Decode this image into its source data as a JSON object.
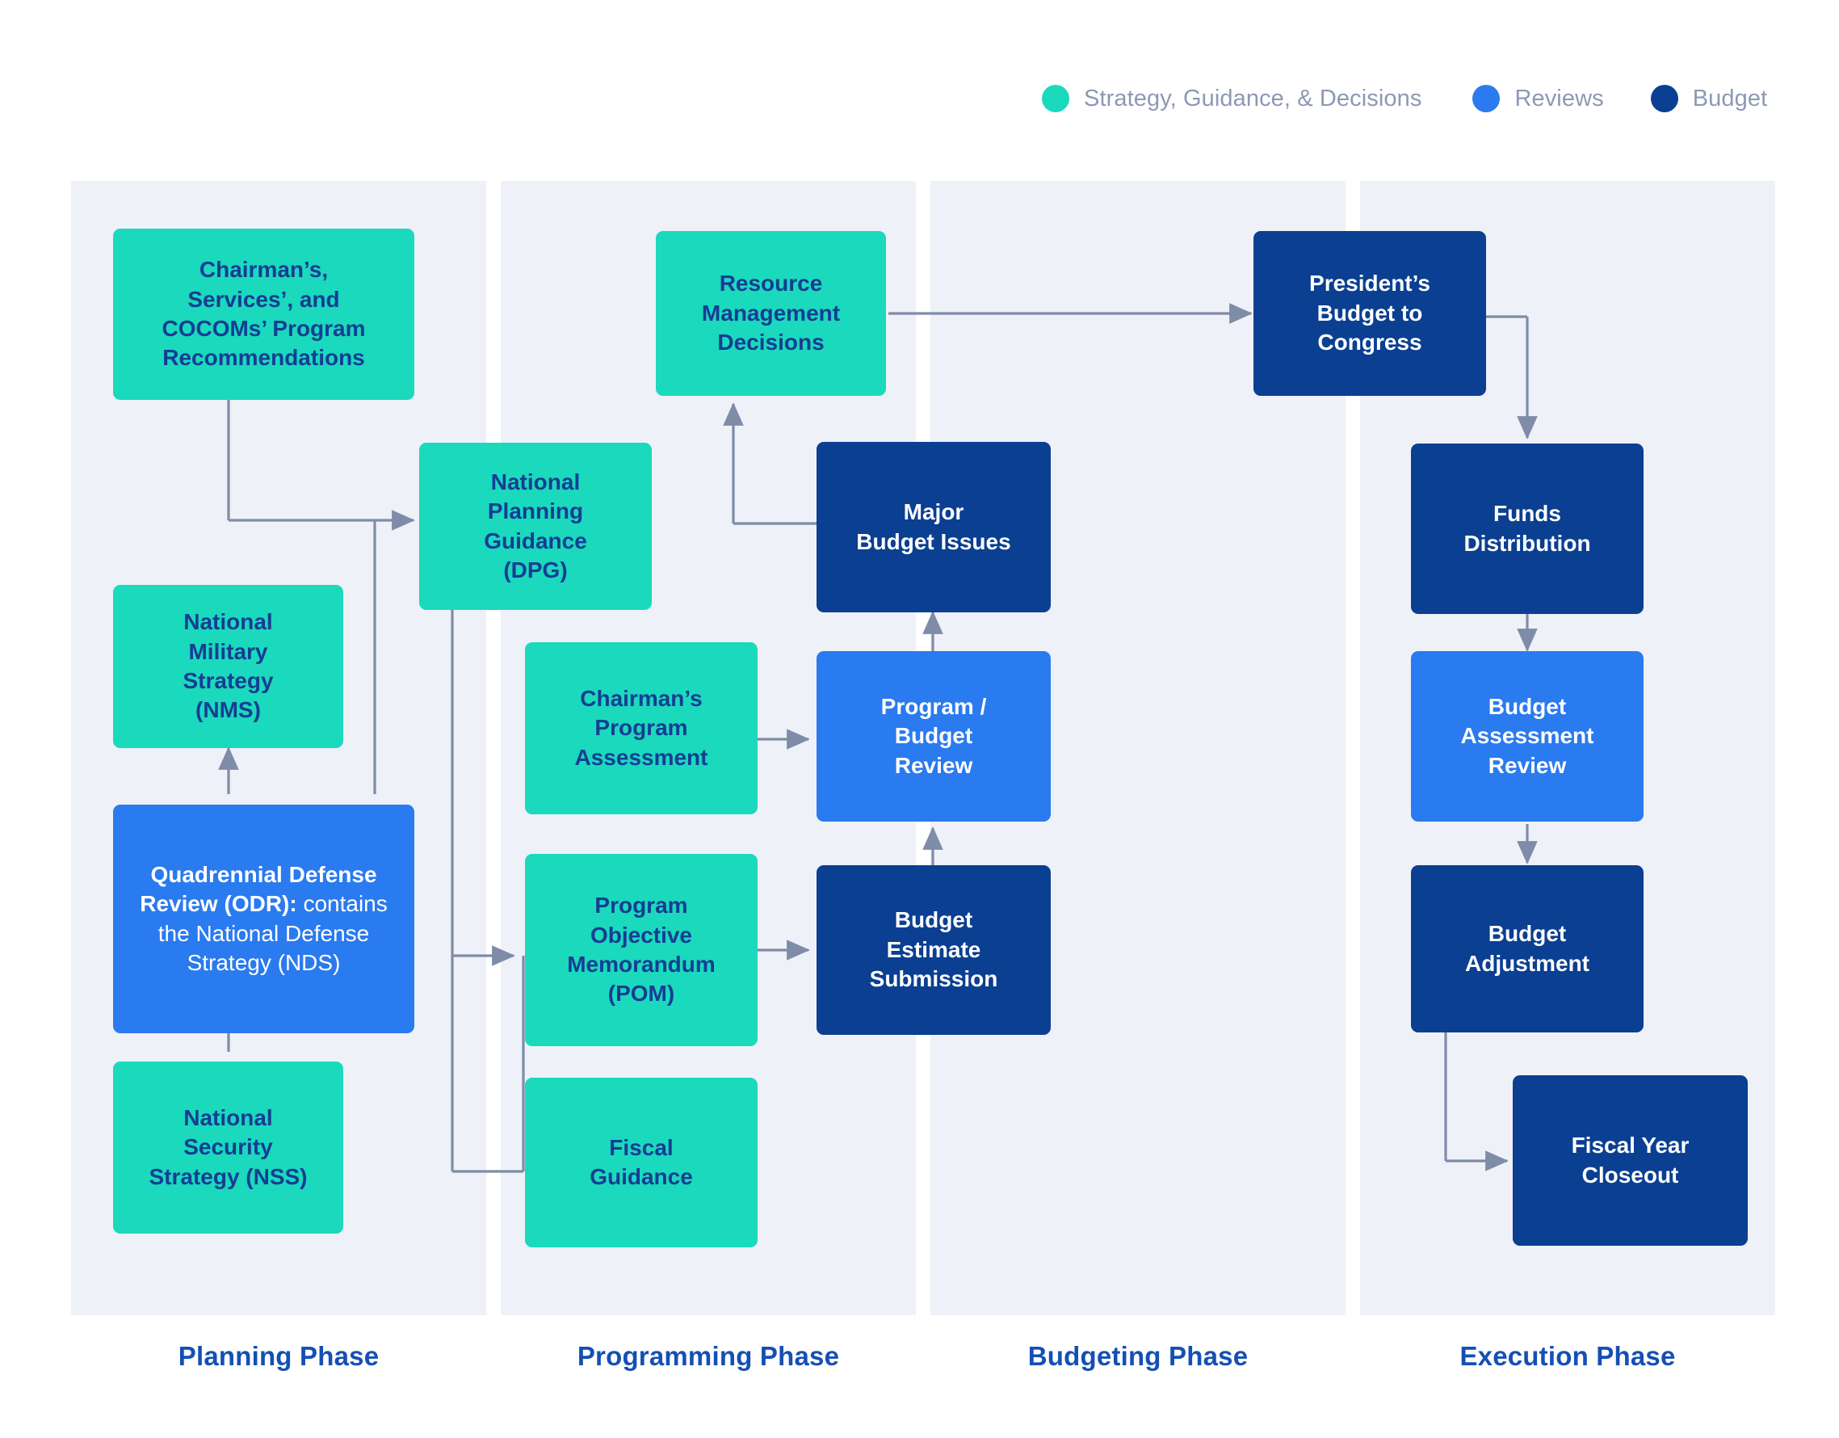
{
  "legend": {
    "items": [
      {
        "label": "Strategy, Guidance, & Decisions",
        "color": "#1ad9bd",
        "key": "strategy"
      },
      {
        "label": "Reviews",
        "color": "#2a7af0",
        "key": "reviews"
      },
      {
        "label": "Budget",
        "color": "#0a3f91",
        "key": "budget"
      }
    ]
  },
  "phases": [
    {
      "id": "planning",
      "label": "Planning Phase"
    },
    {
      "id": "programming",
      "label": "Programming Phase"
    },
    {
      "id": "budgeting",
      "label": "Budgeting Phase"
    },
    {
      "id": "execution",
      "label": "Execution Phase"
    }
  ],
  "nodes": {
    "chairman_recs": {
      "lines": [
        "Chairman’s,",
        "Services’, and",
        "COCOMs’ Program",
        "Recommendations"
      ],
      "category": "strategy",
      "phase": "planning"
    },
    "nms": {
      "lines": [
        "National",
        "Military",
        "Strategy",
        "(NMS)"
      ],
      "category": "strategy",
      "phase": "planning"
    },
    "qdr": {
      "bold_lead": "Quadrennial Defense Review (ODR):",
      "trailing": " contains the National Defense Strategy (NDS)",
      "category": "reviews",
      "phase": "planning"
    },
    "nss": {
      "lines": [
        "National",
        "Security",
        "Strategy (NSS)"
      ],
      "category": "strategy",
      "phase": "planning"
    },
    "dpg": {
      "lines": [
        "National",
        "Planning",
        "Guidance",
        "(DPG)"
      ],
      "category": "strategy",
      "phase": "programming"
    },
    "rmd": {
      "lines": [
        "Resource",
        "Management",
        "Decisions"
      ],
      "category": "strategy",
      "phase": "programming"
    },
    "cpa": {
      "lines": [
        "Chairman’s",
        "Program",
        "Assessment"
      ],
      "category": "strategy",
      "phase": "programming"
    },
    "pom": {
      "lines": [
        "Program",
        "Objective",
        "Memorandum",
        "(POM)"
      ],
      "category": "strategy",
      "phase": "programming"
    },
    "fiscal_guidance": {
      "lines": [
        "Fiscal",
        "Guidance"
      ],
      "category": "strategy",
      "phase": "programming"
    },
    "major_budget_issues": {
      "lines": [
        "Major",
        "Budget Issues"
      ],
      "category": "budget",
      "phase": "budgeting"
    },
    "pbr": {
      "lines": [
        "Program /",
        "Budget",
        "Review"
      ],
      "category": "reviews",
      "phase": "budgeting"
    },
    "bes": {
      "lines": [
        "Budget",
        "Estimate",
        "Submission"
      ],
      "category": "budget",
      "phase": "budgeting"
    },
    "presidents_budget": {
      "lines": [
        "President’s",
        "Budget to",
        "Congress"
      ],
      "category": "budget",
      "phase": "budgeting"
    },
    "funds_distribution": {
      "lines": [
        "Funds",
        "Distribution"
      ],
      "category": "budget",
      "phase": "execution"
    },
    "budget_assessment_review": {
      "lines": [
        "Budget",
        "Assessment",
        "Review"
      ],
      "category": "reviews",
      "phase": "execution"
    },
    "budget_adjustment": {
      "lines": [
        "Budget",
        "Adjustment"
      ],
      "category": "budget",
      "phase": "execution"
    },
    "fiscal_year_closeout": {
      "lines": [
        "Fiscal Year",
        "Closeout"
      ],
      "category": "budget",
      "phase": "execution"
    }
  },
  "edges": [
    {
      "from": "chairman_recs",
      "to": "dpg"
    },
    {
      "from": "nss",
      "to": "qdr"
    },
    {
      "from": "qdr",
      "to": "nms"
    },
    {
      "from": "qdr",
      "to": "dpg"
    },
    {
      "from": "dpg",
      "to": "pom"
    },
    {
      "from": "dpg",
      "to": "fiscal_guidance"
    },
    {
      "from": "cpa",
      "to": "pbr"
    },
    {
      "from": "pom",
      "to": "bes"
    },
    {
      "from": "bes",
      "to": "pbr"
    },
    {
      "from": "pbr",
      "to": "major_budget_issues"
    },
    {
      "from": "major_budget_issues",
      "to": "rmd"
    },
    {
      "from": "rmd",
      "to": "presidents_budget"
    },
    {
      "from": "presidents_budget",
      "to": "funds_distribution"
    },
    {
      "from": "funds_distribution",
      "to": "budget_assessment_review"
    },
    {
      "from": "budget_assessment_review",
      "to": "budget_adjustment"
    },
    {
      "from": "budget_adjustment",
      "to": "fiscal_year_closeout"
    }
  ],
  "colors": {
    "strategy": "#1ad9bd",
    "reviews": "#2a7af0",
    "budget": "#0a3f91",
    "band": "#eef1f7",
    "connector": "#7e8ca8",
    "phase_label": "#1450b4",
    "legend_text": "#8c99b4",
    "green_text": "#153d93"
  }
}
